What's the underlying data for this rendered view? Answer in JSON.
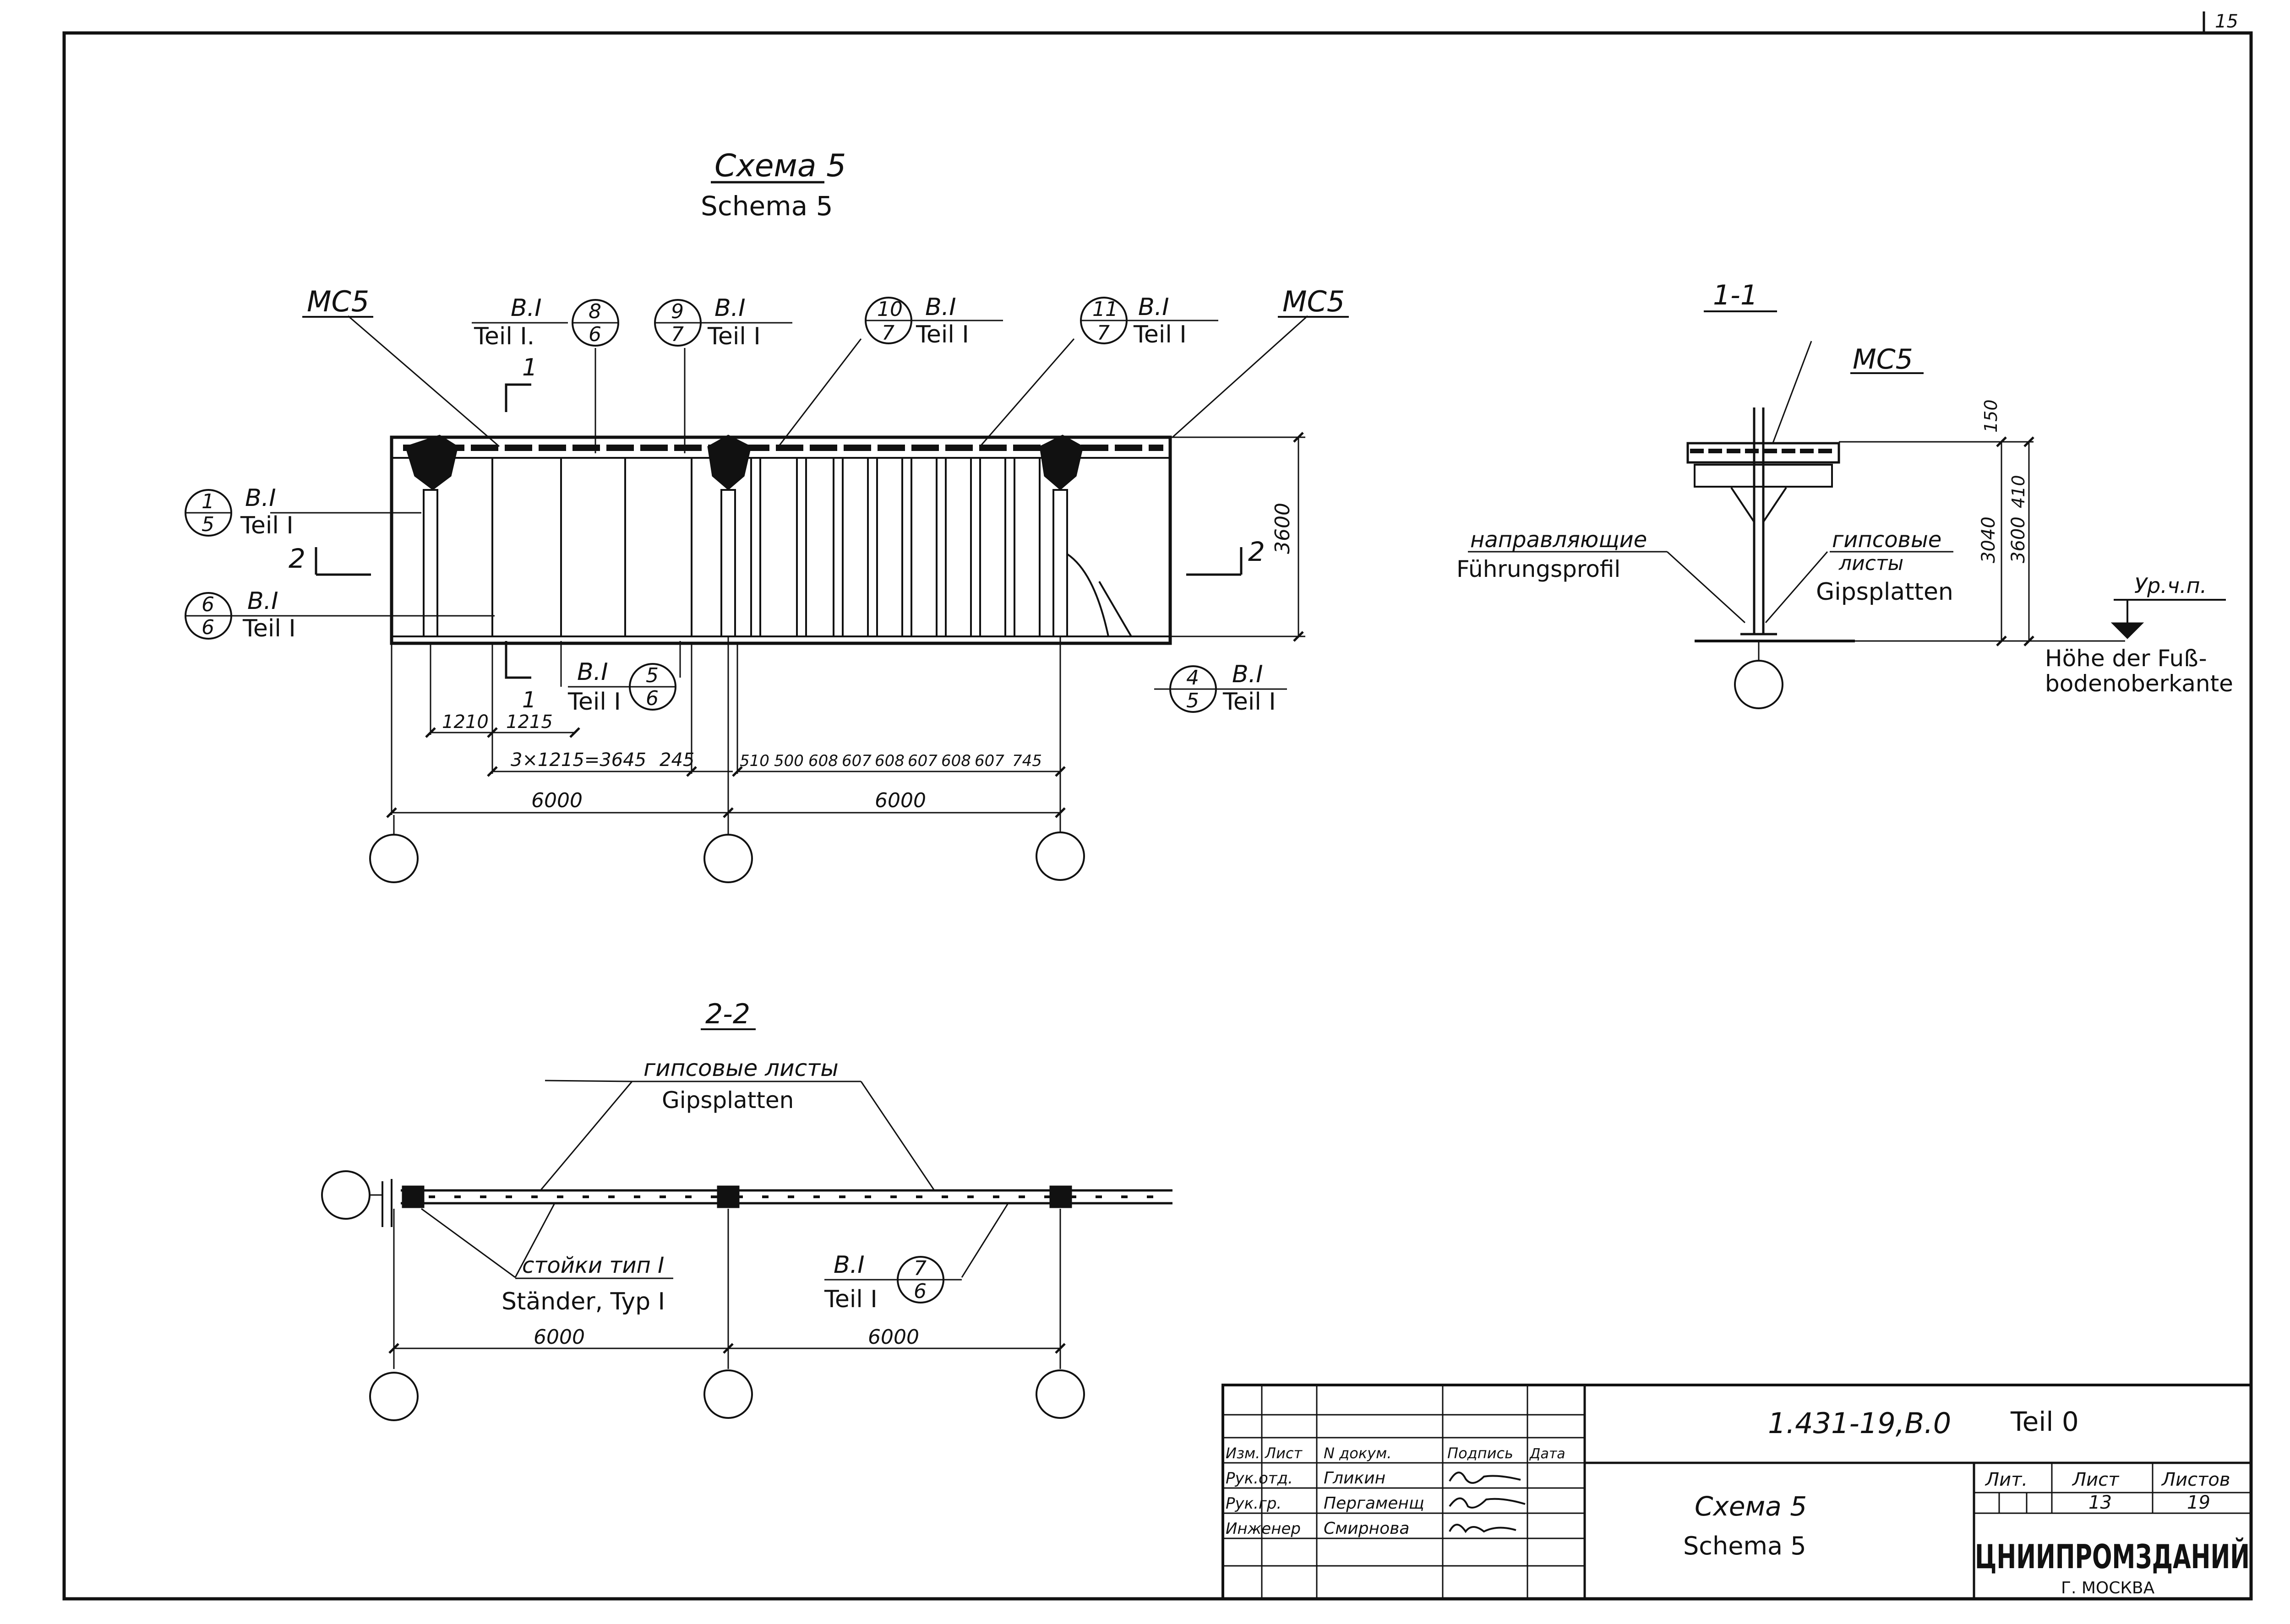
{
  "page_number": "15",
  "scheme": {
    "title_ru": "Схема 5",
    "title_de": "Schema 5"
  },
  "labels": {
    "mc5": "МС5",
    "bi": "В.I",
    "teil_i": "Teil I",
    "teil_i_dot": "Teil I.",
    "section_mark_1": "1",
    "section_mark_2": "2"
  },
  "refs": {
    "r1": [
      "1",
      "5"
    ],
    "r6": [
      "6",
      "6"
    ],
    "r8": [
      "8",
      "6"
    ],
    "r9": [
      "9",
      "7"
    ],
    "r10": [
      "10",
      "7"
    ],
    "r11": [
      "11",
      "7"
    ],
    "r5": [
      "5",
      "6"
    ],
    "r4": [
      "4",
      "5"
    ],
    "r7": [
      "7",
      "6"
    ]
  },
  "dims": {
    "d1210": "1210",
    "d1215": "1215",
    "d3x1215": "3×1215=3645",
    "d245": "245",
    "right_bay": [
      "510",
      "500",
      "608",
      "607",
      "608",
      "607",
      "608",
      "607",
      "745"
    ],
    "span": "6000",
    "height": "3600",
    "h150": "150",
    "h3040": "3040",
    "h410": "410",
    "h3600": "3600"
  },
  "section_1_1": {
    "title": "1-1",
    "guide_ru": "направляющие",
    "guide_de": "Führungsprofil",
    "gypsum_ru_1": "гипсовые",
    "gypsum_ru_2": "листы",
    "gypsum_de": "Gipsplatten",
    "level": "Ур.ч.п.",
    "floor_de_1": "Höhe der Fuß-",
    "floor_de_2": "bodenoberkante"
  },
  "section_2_2": {
    "title": "2-2",
    "gypsum_ru": "гипсовые листы",
    "gypsum_de": "Gipsplatten",
    "stud_ru": "стойки тип I",
    "stud_de": "Ständer, Typ I"
  },
  "title_block": {
    "code": "1.431-19,В.0",
    "part": "Teil 0",
    "name_ru": "Схема 5",
    "name_de": "Schema 5",
    "col_headers": [
      "Изм.",
      "Лист",
      "N докум.",
      "Подпись",
      "Дата"
    ],
    "roles": [
      "Рук.отд.",
      "Рук.гр.",
      "Инженер"
    ],
    "names": [
      "Гликин",
      "Пергаменщ",
      "Смирнова"
    ],
    "lit_label": "Лит.",
    "sheet_label": "Лист",
    "sheets_label": "Листов",
    "sheet_no": "13",
    "sheets_total": "19",
    "org": "ЦНИИПРОМЗДАНИЙ",
    "city": "Г. МОСКВА"
  },
  "colors": {
    "ink": "#111111",
    "paper": "#ffffff"
  }
}
